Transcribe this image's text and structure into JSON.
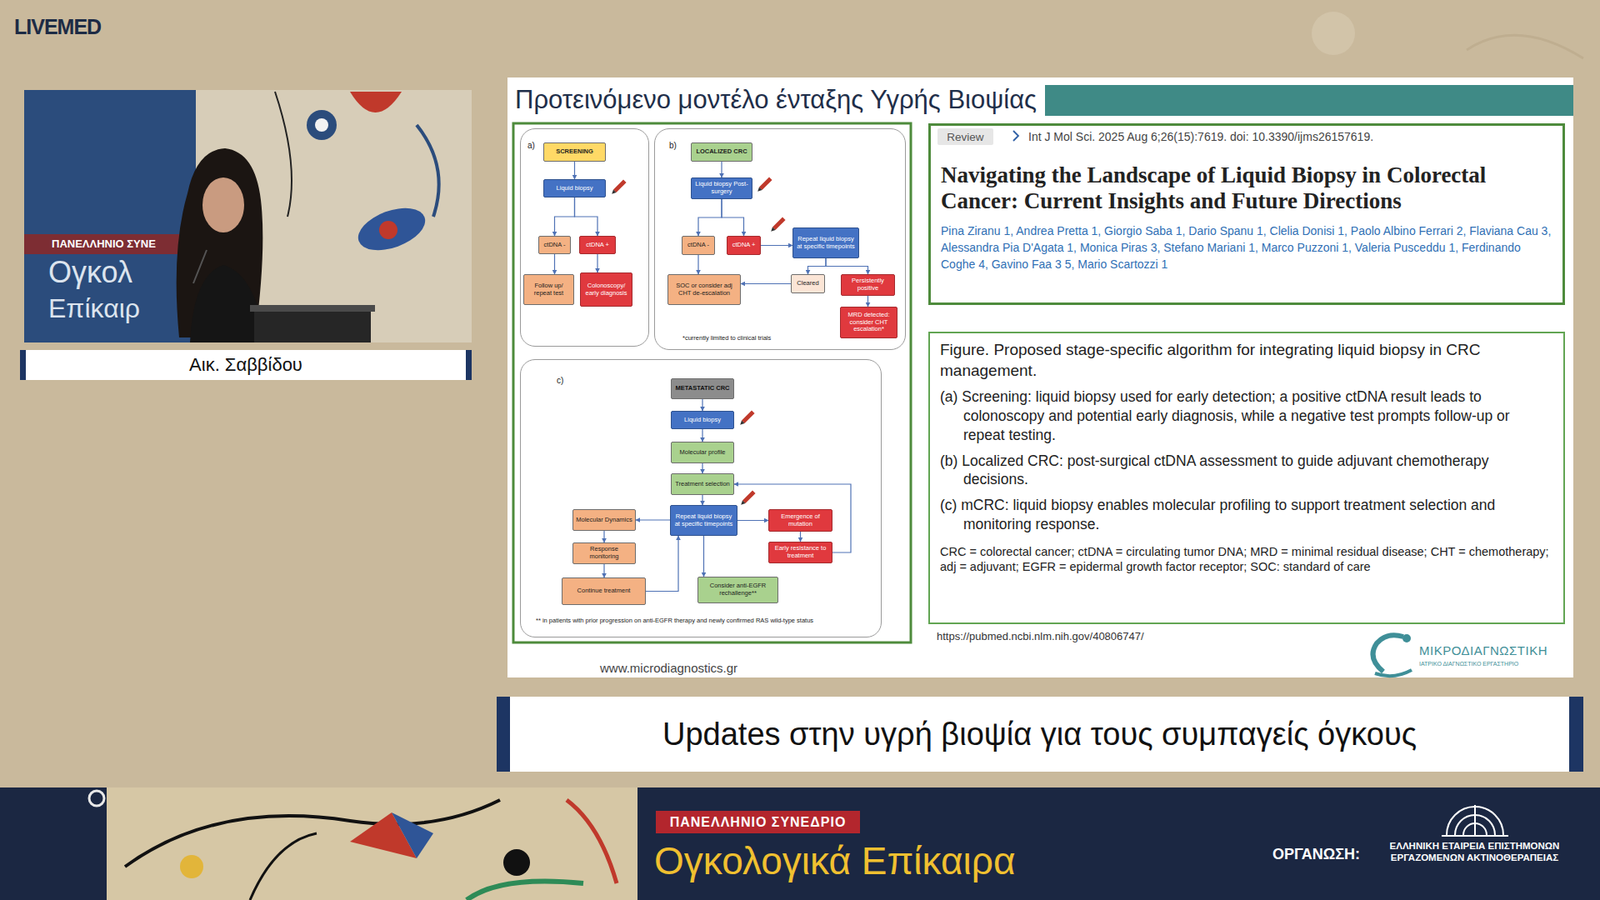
{
  "diagram": {
    "title": "Προτεινόμενο μοντέλο ένταξης Υγρής Βιοψίας",
    "nodes": [
      {
        "text": [
          "Αικ. Σαββίδου"
        ]
      },
      {
        "text": [
          "a)"
        ]
      },
      {
        "text": [
          "SCREENING"
        ],
        "in": 1
      },
      {
        "text": [
          "Liquid biopsy"
        ],
        "in": 1
      },
      {
        "text": [
          "ctDNA -"
        ],
        "in": 1
      },
      {
        "text": [
          "ctDNA +"
        ],
        "in": 1
      },
      {
        "text": [
          "Follow up/ repeat test"
        ],
        "in": 1
      },
      {
        "text": [
          "Colonoscopy/ early diagnosis"
        ],
        "in": 1
      },
      {
        "text": [
          "b)",
          "*currently limited to clinical trials"
        ]
      },
      {
        "text": [
          "LOCALIZED CRC"
        ],
        "in": 8
      },
      {
        "text": [
          "Liquid biopsy Post-surgery"
        ],
        "in": 8
      },
      {
        "text": [
          "ctDNA -"
        ],
        "in": 8
      },
      {
        "text": [
          "ctDNA +"
        ],
        "in": 8
      },
      {
        "text": [
          "Repeat liquid biopsy at specific timepoints"
        ],
        "in": 8
      },
      {
        "text": [
          "SOC or consider adj CHT de-escalation"
        ],
        "in": 8
      },
      {
        "text": [
          "Cleared"
        ],
        "in": 8
      },
      {
        "text": [
          "Persistently positive"
        ],
        "in": 8
      },
      {
        "text": [
          "MRD detected: consider CHT escalation*"
        ],
        "in": 8
      },
      {
        "text": [
          "c)",
          "** in patients with prior progression on anti-EGFR therapy and newly confirmed RAS wild-type status"
        ]
      },
      {
        "text": [
          "METASTATIC CRC"
        ],
        "in": 18
      },
      {
        "text": [
          "Liquid biopsy"
        ],
        "in": 18
      },
      {
        "text": [
          "Molecular profile"
        ],
        "in": 18
      },
      {
        "text": [
          "Treatment selection"
        ],
        "in": 18
      },
      {
        "text": [
          "Molecular Dynamics"
        ],
        "in": 18
      },
      {
        "text": [
          "Repeat liquid biopsy at specific timepoints"
        ],
        "in": 18
      },
      {
        "text": [
          "Emergence of mutation"
        ],
        "in": 18
      },
      {
        "text": [
          "Response monitoring"
        ],
        "in": 18
      },
      {
        "text": [
          "Early resistance to treatment"
        ],
        "in": 18
      },
      {
        "text": [
          "Continue treatment"
        ],
        "in": 18
      },
      {
        "text": [
          "Consider anti-EGFR rechallenge**"
        ],
        "in": 18
      },
      {
        "text": [
          "Int J Mol Sci. 2025 Aug 6;26(15):7619. doi: 10.3390/ijms26157619.",
          "Navigating the Landscape of Liquid Biopsy in Colorectal Cancer: Current Insights and Future Directions",
          "Pina Ziranu 1, Andrea Pretta 1, Giorgio Saba 1, Dario Spanu 1, Clelia Donisi 1, Paolo Albino Ferrari 2, Flaviana Cau 3, Alessandra Pia D'Agata 1, Monica Piras 3, Stefano Mariani 1, Marco Puzzoni 1, Valeria Pusceddu 1, Ferdinando Coghe 4, Gavino Faa 3 5, Mario Scartozzi 1"
        ]
      },
      {
        "text": [
          "Review"
        ],
        "in": 30
      },
      {
        "text": [
          "Figure. Proposed stage-specific algorithm for integrating liquid biopsy in CRC management.",
          "(a) Screening: liquid biopsy used for early detection; a positive ctDNA result leads to colonoscopy and potential early diagnosis, while a negative test prompts follow-up or repeat testing.",
          "(b) Localized CRC: post-surgical ctDNA assessment to guide adjuvant chemotherapy decisions.",
          "(c) mCRC: liquid biopsy enables molecular profiling to support treatment selection and monitoring response.",
          "CRC = colorectal cancer; ctDNA = circulating tumor DNA; MRD = minimal residual disease; CHT = chemotherapy; adj = adjuvant; EGFR = epidermal growth factor receptor; SOC: standard of care"
        ]
      },
      {
        "text": [
          "Updates στην υγρή βιοψία για τους συμπαγείς όγκους"
        ]
      },
      {
        "text": [
          "ΠΑΝΕΛΛΗΝΙΟ ΣΥΝΕΔΡΙΟ"
        ]
      }
    ],
    "edges": [
      {
        "from": 2,
        "to": 3,
        "arrow": "to"
      },
      {
        "from": 3,
        "to": 4,
        "arrow": "to"
      },
      {
        "from": 3,
        "to": 5,
        "arrow": "to"
      },
      {
        "from": 4,
        "to": 6,
        "arrow": "to"
      },
      {
        "from": 5,
        "to": 7,
        "arrow": "to"
      },
      {
        "from": 9,
        "to": 10,
        "arrow": "to"
      },
      {
        "from": 10,
        "to": 11,
        "arrow": "to"
      },
      {
        "from": 10,
        "to": 12,
        "arrow": "to"
      },
      {
        "from": 11,
        "to": 14,
        "arrow": "to"
      },
      {
        "from": 12,
        "to": 13,
        "arrow": "to"
      },
      {
        "from": 13,
        "to": 15,
        "arrow": "to"
      },
      {
        "from": 13,
        "to": 16,
        "arrow": "to"
      },
      {
        "from": 15,
        "to": 14,
        "arrow": "to"
      },
      {
        "from": 16,
        "to": 17,
        "arrow": "to"
      },
      {
        "from": 19,
        "to": 20,
        "arrow": "to"
      },
      {
        "from": 20,
        "to": 21,
        "arrow": "to"
      },
      {
        "from": 21,
        "to": 22,
        "arrow": "to"
      },
      {
        "from": 22,
        "to": 24,
        "arrow": "to"
      },
      {
        "from": 24,
        "to": 23,
        "arrow": "to"
      },
      {
        "from": 23,
        "to": 26,
        "arrow": "to"
      },
      {
        "from": 26,
        "to": 28,
        "arrow": "to"
      },
      {
        "from": 28,
        "to": 24,
        "arrow": "to"
      },
      {
        "from": 24,
        "to": 25,
        "arrow": "to"
      },
      {
        "from": 25,
        "to": 27,
        "arrow": "to"
      },
      {
        "from": 27,
        "to": 22,
        "arrow": "to"
      },
      {
        "from": 24,
        "to": 29,
        "arrow": "to"
      }
    ],
    "labels": [
      "LIVEMED",
      "ΠΑΝΕΛΛΗΝΙΟ ΣΥΝΕ",
      "Ογκολ",
      "Επίκαιρ",
      "https://pubmed.ncbi.nlm.nih.gov/40806747/",
      "www.microdiagnostics.gr",
      "ΜΙΚΡΟΔΙΑΓΝΩΣΤΙΚΗ",
      "ΙΑΤΡΙΚΟ ΔΙΑΓΝΩΣΤΙΚΟ ΕΡΓΑΣΤΗΡΙΟ",
      "Ογκολογικά Επίκαιρα",
      "ΟΡΓΑΝΩΣΗ:",
      "ΕΛΛΗΝΙΚΗ ΕΤΑΙΡΕΙΑ ΕΠΙΣΤΗΜΟΝΩΝ ΕΡΓΑΖΟΜΕΝΩΝ ΑΚΤΙΝΟΘΕΡΑΠΕΙΑΣ"
    ]
  }
}
